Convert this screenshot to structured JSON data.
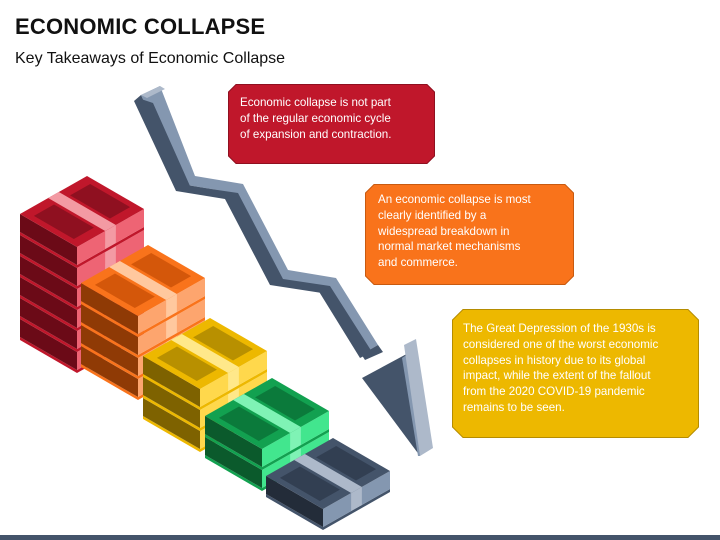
{
  "slide": {
    "title": "ECONOMIC COLLAPSE",
    "subtitle": "Key Takeaways of Economic Collapse"
  },
  "callouts": [
    {
      "text": "Economic collapse is not part of the regular economic cycle of expansion and contraction.",
      "lines": [
        "Economic collapse is not part",
        "of the regular economic cycle",
        "of expansion and contraction."
      ],
      "color": "#C0172B",
      "border": "#8F1020"
    },
    {
      "text": "An economic collapse is most clearly identified by a widespread breakdown in normal market mechanisms and commerce.",
      "lines": [
        "An economic collapse is most",
        "clearly identified by a",
        "widespread breakdown in",
        "normal market mechanisms",
        "and commerce."
      ],
      "color": "#F9731B",
      "border": "#C85A10"
    },
    {
      "text": "The Great Depression of the 1930s is considered one of the worst economic collapses in history due to its global impact, while the extent of the fallout from the 2020 COVID-19 pandemic remains to be seen.",
      "lines": [
        "The Great Depression of the 1930s is",
        "considered one of the worst economic",
        "collapses in history due to its global",
        "impact, while the extent of the fallout",
        "from the 2020 COVID-19 pandemic",
        "remains to be seen."
      ],
      "color": "#EDB800",
      "border": "#B58C00"
    }
  ],
  "graphic": {
    "arrow": {
      "icon": "down-trend-arrow-icon",
      "dark": "#44546A",
      "light": "#8497B0",
      "highlight": "#ADB9CA"
    },
    "money_stacks": [
      {
        "icon": "money-stack-icon",
        "name": "red",
        "bundles": 6,
        "top": "#C0172B",
        "bill": "#8F1020",
        "front": "#EE6474",
        "side": "#6B0A17",
        "band": "#F39AA3"
      },
      {
        "icon": "money-stack-icon",
        "name": "orange",
        "bundles": 4,
        "top": "#F9731B",
        "bill": "#D4570A",
        "front": "#FDA56E",
        "side": "#8F3A05",
        "band": "#FFC89E"
      },
      {
        "icon": "money-stack-icon",
        "name": "yellow",
        "bundles": 3,
        "top": "#EDB800",
        "bill": "#B89000",
        "front": "#FFD84C",
        "side": "#7E6200",
        "band": "#FFE88A"
      },
      {
        "icon": "money-stack-icon",
        "name": "green",
        "bundles": 2,
        "top": "#12A150",
        "bill": "#0B7A3B",
        "front": "#42E68E",
        "side": "#0B5A2C",
        "band": "#7FF3B5"
      },
      {
        "icon": "money-stack-icon",
        "name": "slate",
        "bundles": 1,
        "top": "#44546A",
        "bill": "#323F52",
        "front": "#8497B0",
        "side": "#232C39",
        "band": "#ADB9CA"
      }
    ]
  },
  "footer": {
    "color": "#44546A"
  }
}
